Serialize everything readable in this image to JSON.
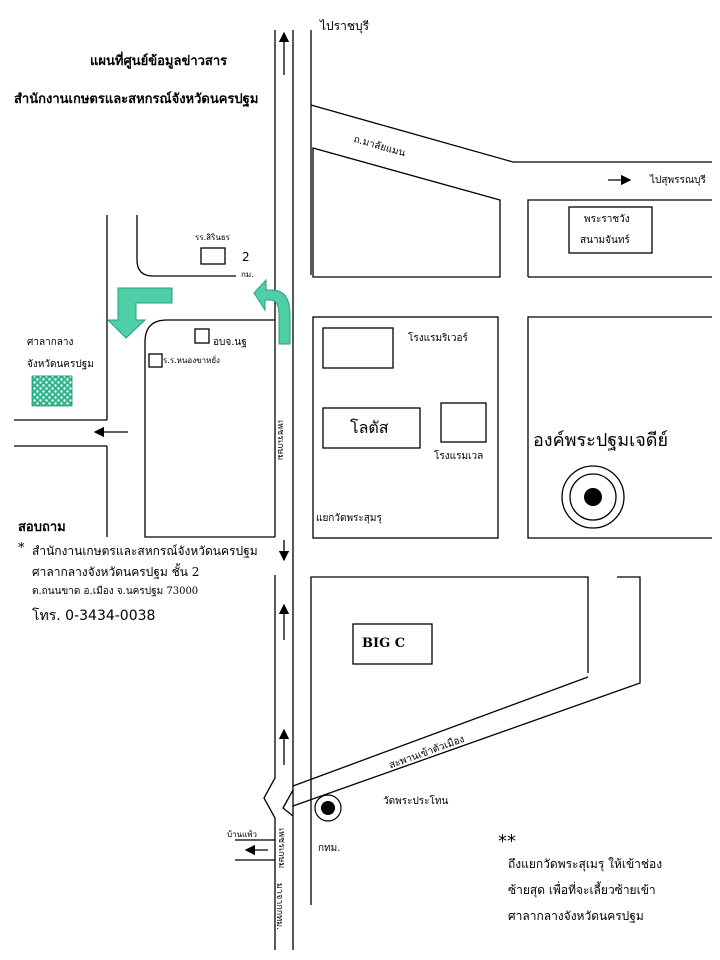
{
  "title": {
    "line1": "แผนที่ศูนย์ข้อมูลข่าวสาร",
    "line2": "สำนักงานเกษตรและสหกรณ์จังหวัดนครปฐม"
  },
  "places": {
    "to_ratchaburi": "ไปราชบุรี",
    "malaiman_road": "ถ.มาลัยแมน",
    "to_suphanburi": "ไปสุพรรณบุรี",
    "palace": "พระราชวัง",
    "sanam_chan": "สนามจันทร์",
    "school_siwinrot": "รร.สิรินธร",
    "num2": "2",
    "kilo": "กม.",
    "obj_nakhonpathom": "อบจ.นฐ",
    "school_nong": "ร.ร.หนองขาหยั่ง",
    "city_hall_line1": "ศาลากลาง",
    "city_hall_line2": "จังหวัดนครปฐม",
    "river_hotel": "โรงแรมริเวอร์",
    "lotus": "โลตัส",
    "well_hotel": "โรงแรมเวล",
    "phra_pathom": "องค์พระปฐมเจดีย์",
    "phet_kasem_road": "เพชรเกษม",
    "yaek_wat": "แยกวัดพระสุมรุ",
    "big_c": "BIG C",
    "overpass": "สะพานเข้าตัวเมือง",
    "wat_prathon": "วัดพระประโทน",
    "bangkok": "กทม.",
    "ban_phaeo": "บ้านแพ้ว",
    "phet_kasem_south": "เพชรเกษม",
    "from_bangkok": "มาจากกทม."
  },
  "contact": {
    "heading": "สอบถาม",
    "star": "*",
    "org": "สำนักงานเกษตรและสหกรณ์จังหวัดนครปฐม",
    "building": "ศาลากลางจังหวัดนครปฐม  ชั้น  2",
    "address": "ต.ถนนขาด อ.เมือง จ.นครปฐม  73000",
    "phone": "โทร.  0-3434-0038"
  },
  "note": {
    "stars": "**",
    "line1": "ถึงแยกวัดพระสุเมรุ  ให้เข้าช่อง",
    "line2": "ซ้ายสุด  เพื่อที่จะเลี้ยวซ้ายเข้า",
    "line3": "ศาลากลางจังหวัดนครปฐม"
  },
  "colors": {
    "turn_arrow": "#4fcfa8",
    "turn_arrow_dark": "#2ab98e",
    "hall_fill": "#3fbf9a",
    "line": "#000000"
  }
}
